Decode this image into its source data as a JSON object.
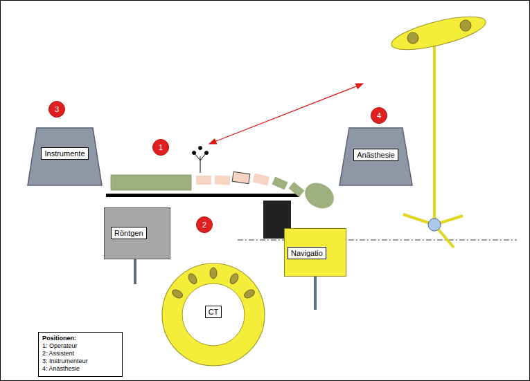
{
  "diagram": {
    "nodes": [
      {
        "text": [
          "Instrumente"
        ]
      },
      {
        "text": [
          "Anästhesie"
        ]
      },
      {
        "text": [
          "Röntgen"
        ]
      },
      {
        "text": [
          "Navigatio"
        ]
      },
      {
        "text": [
          "CT"
        ]
      },
      {
        "text": [
          "Positionen:",
          "1: Operateur",
          "2: Assistent",
          "3: Instrumenteur",
          "4: Anästhesie"
        ]
      }
    ],
    "labels": [
      "3",
      "1",
      "4",
      "2"
    ]
  }
}
